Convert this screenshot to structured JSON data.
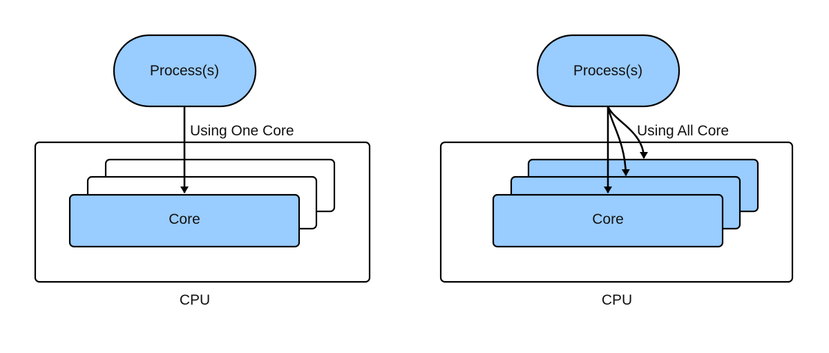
{
  "colors": {
    "fill_blue": "#99ccff",
    "fill_white": "#ffffff",
    "stroke": "#000000",
    "text": "#111111"
  },
  "diagrams": [
    {
      "process_label": "Process(s)",
      "arrow_label": "Using One Core",
      "core_label": "Core",
      "cpu_label": "CPU",
      "back_cores_filled": false
    },
    {
      "process_label": "Process(s)",
      "arrow_label": "Using All Core",
      "core_label": "Core",
      "cpu_label": "CPU",
      "back_cores_filled": true
    }
  ]
}
